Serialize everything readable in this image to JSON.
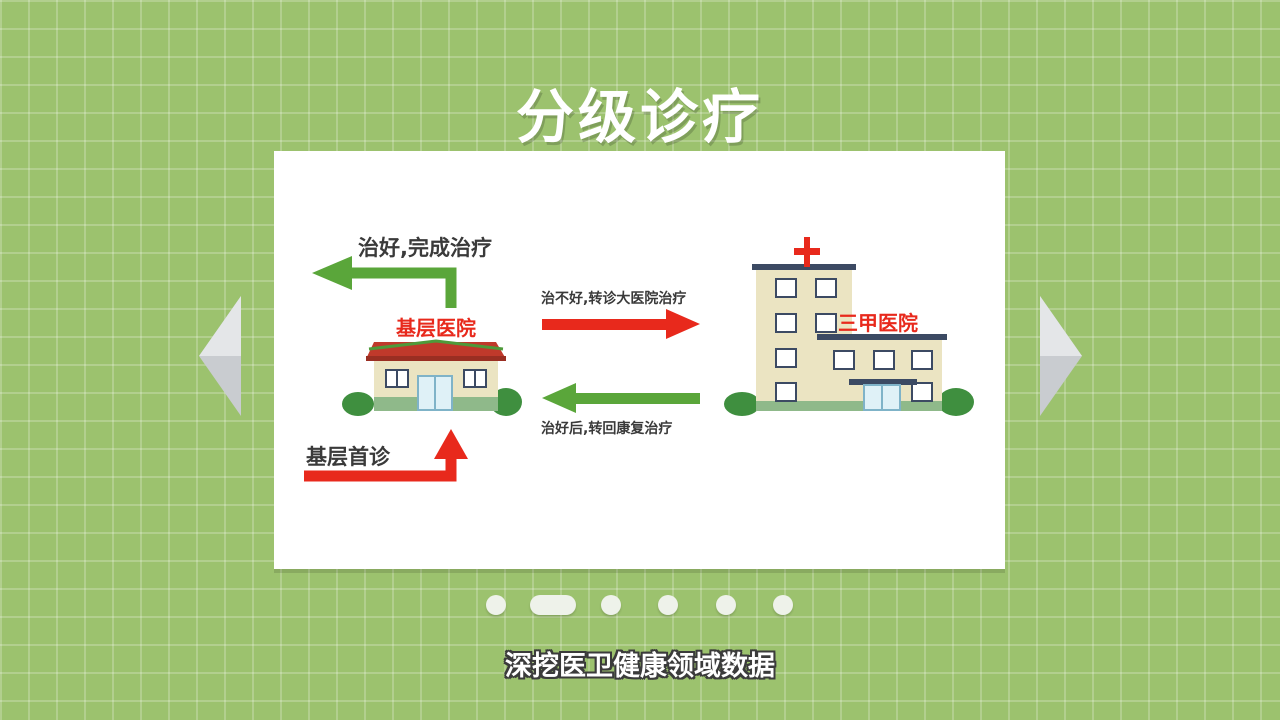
{
  "title": "分级诊疗",
  "subtitle": "深挖医卫健康领域数据",
  "diagram": {
    "cured_complete": "治好,完成治疗",
    "grassroots_hospital": "基层医院",
    "grassroots_first_visit": "基层首诊",
    "not_cured_transfer": "治不好,转诊大医院治疗",
    "cured_transfer_back": "治好后,转回康复治疗",
    "tertiary_hospital": "三甲医院"
  },
  "pagination": {
    "count": 6,
    "active_index": 1
  },
  "colors": {
    "background": "#9cc26e",
    "red_arrow": "#e8291c",
    "green_arrow": "#5aa63a"
  }
}
